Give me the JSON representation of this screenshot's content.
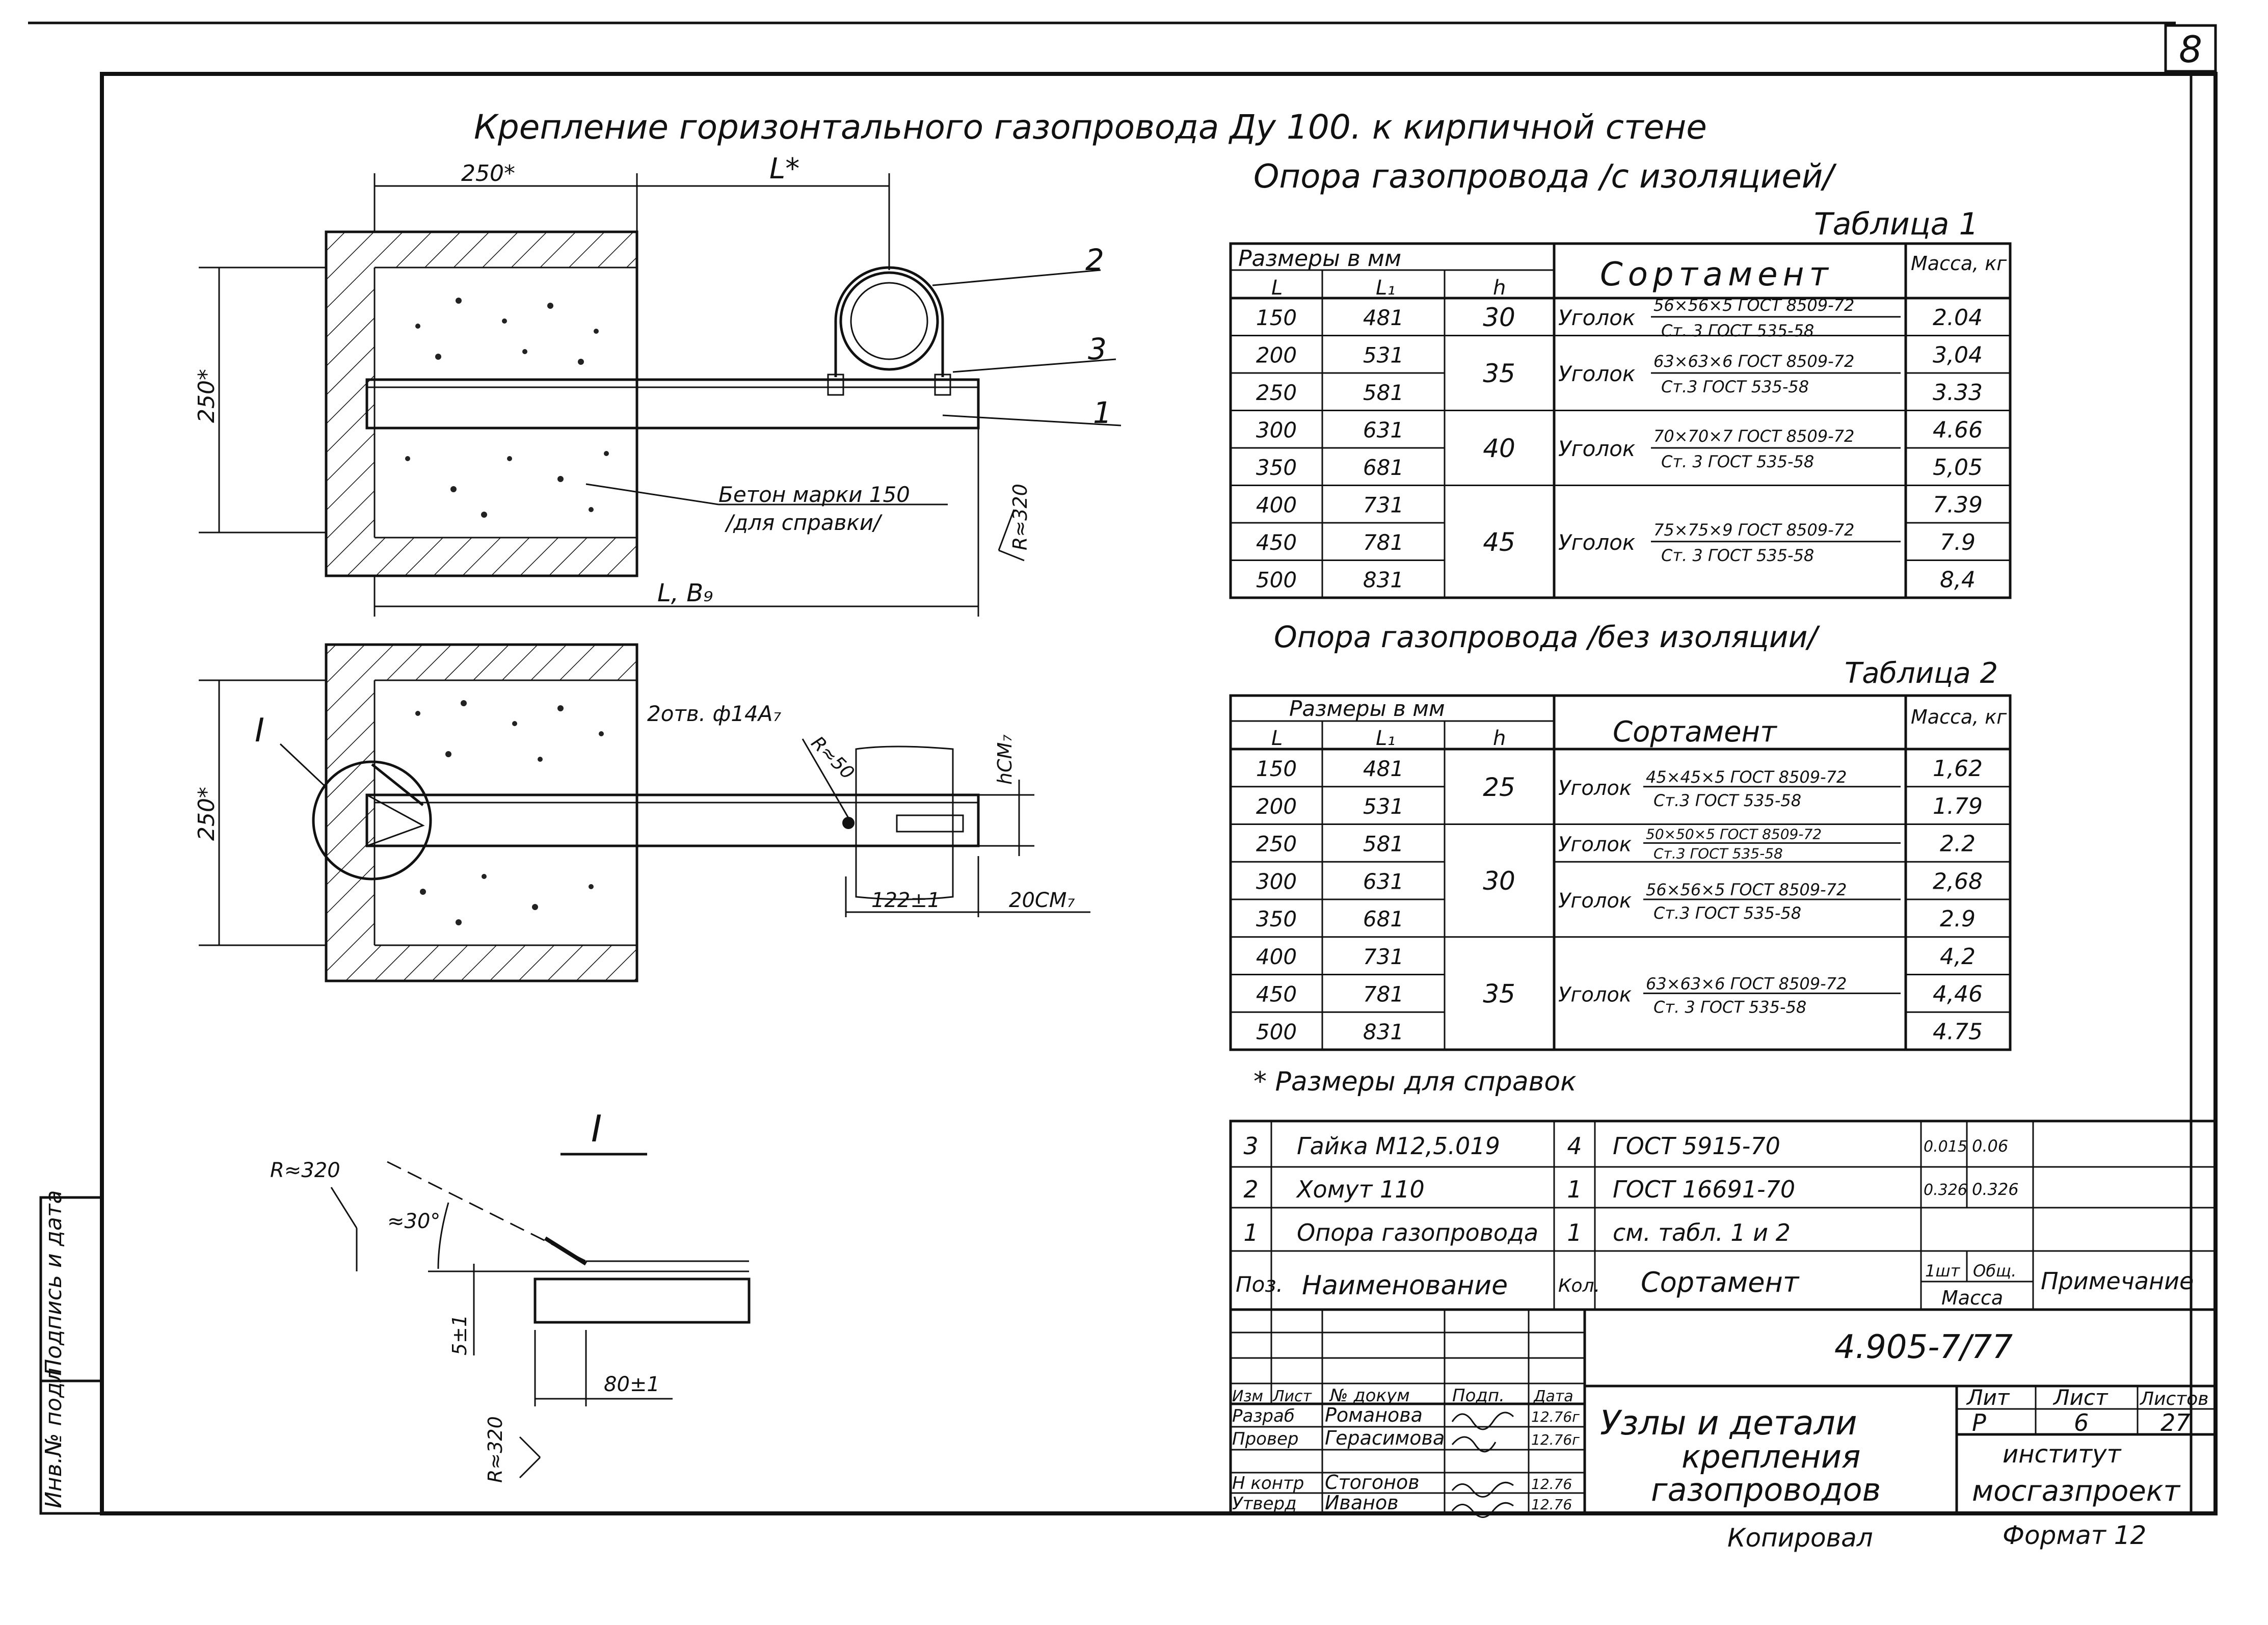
{
  "sheet_number": "8",
  "title": "Крепление горизонтального газопровода Ду 100. к кирпичной стене",
  "subtitle_insulated": "Опора газопровода /с изоляцией/",
  "subtitle_bare": "Опора газопровода /без изоляции/",
  "drawing": {
    "dim_250_top": "250*",
    "dim_L": "L*",
    "dim_250_left": "250*",
    "dim_250_left2": "250*",
    "pos_2": "2",
    "pos_3": "3",
    "pos_1": "1",
    "concrete_note_1": "Бетон марки 150",
    "concrete_note_2": "/для справки/",
    "radius_1": "R≈320",
    "dim_L1": "L, B₉",
    "holes_note": "2отв. ф14A₇",
    "radius_50": "R≈50",
    "h_cm": "hCM₇",
    "dim_122": "122±1",
    "dim_20cm": "20CM₇",
    "detail_mark": "I",
    "detail_title": "I",
    "detail_r1": "R≈320",
    "detail_angle": "≈30°",
    "detail_5": "5±1",
    "detail_80": "80±1",
    "detail_r2": "R≈320"
  },
  "table1": {
    "caption": "Таблица 1",
    "header_sizes": "Размеры в мм",
    "col_L": "L",
    "col_L1": "L₁",
    "col_h": "h",
    "col_sort": "Сортамент",
    "col_mass": "Масса, кг",
    "L": [
      "150",
      "200",
      "250",
      "300",
      "350",
      "400",
      "450",
      "500"
    ],
    "L1": [
      "481",
      "531",
      "581",
      "631",
      "681",
      "731",
      "781",
      "831"
    ],
    "h": [
      "30",
      "35",
      "40",
      "45"
    ],
    "sort": [
      {
        "name": "Уголок",
        "top": "56×56×5 ГОСТ 8509-72",
        "bottom": "Ст. 3 ГОСТ 535-58"
      },
      {
        "name": "Уголок",
        "top": "63×63×6 ГОСТ 8509-72",
        "bottom": "Ст.3 ГОСТ 535-58"
      },
      {
        "name": "Уголок",
        "top": "70×70×7 ГОСТ 8509-72",
        "bottom": "Ст. 3 ГОСТ 535-58"
      },
      {
        "name": "Уголок",
        "top": "75×75×9 ГОСТ 8509-72",
        "bottom": "Ст. 3 ГОСТ 535-58"
      }
    ],
    "mass": [
      "2.04",
      "3,04",
      "3.33",
      "4.66",
      "5,05",
      "7.39",
      "7.9",
      "8,4"
    ]
  },
  "table2": {
    "caption": "Таблица 2",
    "header_sizes": "Размеры в мм",
    "col_L": "L",
    "col_L1": "L₁",
    "col_h": "h",
    "col_sort": "Сортамент",
    "col_mass": "Масса, кг",
    "L": [
      "150",
      "200",
      "250",
      "300",
      "350",
      "400",
      "450",
      "500"
    ],
    "L1": [
      "481",
      "531",
      "581",
      "631",
      "681",
      "731",
      "781",
      "831"
    ],
    "h": [
      "25",
      "30",
      "35"
    ],
    "sort": [
      {
        "name": "Уголок",
        "top": "45×45×5 ГОСТ 8509-72",
        "bottom": "Ст.3 ГОСТ 535-58"
      },
      {
        "name": "Уголок",
        "top": "50×50×5 ГОСТ 8509-72",
        "bottom": "Ст.3 ГОСТ 535-58"
      },
      {
        "name": "Уголок",
        "top": "56×56×5 ГОСТ 8509-72",
        "bottom": "Ст.3 ГОСТ 535-58"
      },
      {
        "name": "Уголок",
        "top": "63×63×6 ГОСТ 8509-72",
        "bottom": "Ст. 3 ГОСТ 535-58"
      }
    ],
    "mass": [
      "1,62",
      "1.79",
      "2.2",
      "2,68",
      "2.9",
      "4,2",
      "4,46",
      "4.75"
    ]
  },
  "footnote": "* Размеры для справок",
  "spec": {
    "rows": [
      {
        "pos": "3",
        "name": "Гайка М12,5.019",
        "qty": "4",
        "sort": "ГОСТ 5915-70",
        "m1": "0.015",
        "m2": "0.06"
      },
      {
        "pos": "2",
        "name": "Хомут 110",
        "qty": "1",
        "sort": "ГОСТ 16691-70",
        "m1": "0.326",
        "m2": "0.326"
      },
      {
        "pos": "1",
        "name": "Опора газопровода",
        "qty": "1",
        "sort": "см. табл. 1 и 2",
        "m1": "",
        "m2": ""
      }
    ],
    "h_pos": "Поз.",
    "h_name": "Наименование",
    "h_qty": "Кол.",
    "h_sort": "Сортамент",
    "h_m1": "1шт",
    "h_m2": "Общ.",
    "h_mass": "Масса",
    "h_note": "Примечание"
  },
  "stamp": {
    "doc_code": "4.905-7/77",
    "h_izm": "Изм",
    "h_list": "Лист",
    "h_doc": "№ докум",
    "h_sign": "Подп.",
    "h_date": "Дата",
    "people": [
      {
        "role": "Разраб",
        "name": "Романова",
        "date": "12.76г"
      },
      {
        "role": "Провер",
        "name": "Герасимова",
        "date": "12.76г"
      },
      {
        "role": "Н контр",
        "name": "Стогонов",
        "date": "12.76"
      },
      {
        "role": "Утверд",
        "name": "Иванов",
        "date": "12.76"
      }
    ],
    "title_1": "Узлы и детали",
    "title_2": "крепления",
    "title_3": "газопроводов",
    "h_lit": "Лит",
    "h_sheet": "Лист",
    "h_sheets": "Листов",
    "lit": "Р",
    "sheet": "6",
    "sheets": "27",
    "org_1": "институт",
    "org_2": "мосгазпроект",
    "copied": "Копировал",
    "format": "Формат 12"
  },
  "side_labels": {
    "sign_date": "Подпись и дата",
    "inv_no": "Инв.№ подл"
  }
}
